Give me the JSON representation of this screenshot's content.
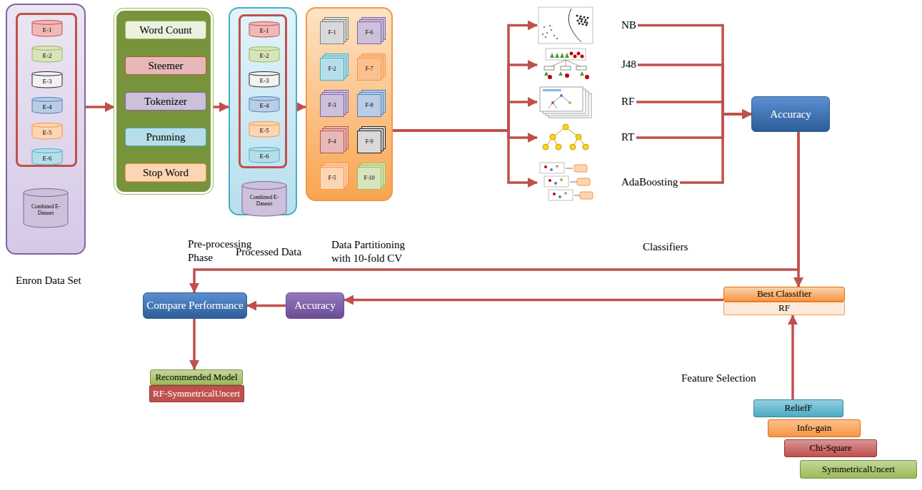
{
  "diagram": {
    "nodes": [
      {
        "text": [
          "Enron Data Set"
        ]
      },
      {
        "text": [
          "E-1"
        ],
        "in": 0
      },
      {
        "text": [
          "E-2"
        ],
        "in": 0
      },
      {
        "text": [
          "E-3"
        ],
        "in": 0
      },
      {
        "text": [
          "E-4"
        ],
        "in": 0
      },
      {
        "text": [
          "E-5"
        ],
        "in": 0
      },
      {
        "text": [
          "E-6"
        ],
        "in": 0
      },
      {
        "text": [
          "Combined E-Dataset"
        ],
        "in": 0
      },
      {
        "text": [
          "Pre-processing Phase"
        ]
      },
      {
        "text": [
          "Word Count"
        ],
        "in": 8
      },
      {
        "text": [
          "Steemer"
        ],
        "in": 8
      },
      {
        "text": [
          "Tokenizer"
        ],
        "in": 8
      },
      {
        "text": [
          "Prunning"
        ],
        "in": 8
      },
      {
        "text": [
          "Stop Word"
        ],
        "in": 8
      },
      {
        "text": [
          "Processed Data"
        ]
      },
      {
        "text": [
          "E-1"
        ],
        "in": 14
      },
      {
        "text": [
          "E-2"
        ],
        "in": 14
      },
      {
        "text": [
          "E-3"
        ],
        "in": 14
      },
      {
        "text": [
          "E-4"
        ],
        "in": 14
      },
      {
        "text": [
          "E-5"
        ],
        "in": 14
      },
      {
        "text": [
          "E-6"
        ],
        "in": 14
      },
      {
        "text": [
          "Combined E-Dataset"
        ],
        "in": 14
      },
      {
        "text": [
          "Data Partitioning with 10-fold CV"
        ]
      },
      {
        "text": [
          "F-1"
        ],
        "in": 22
      },
      {
        "text": [
          "F-6"
        ],
        "in": 22
      },
      {
        "text": [
          "F-2"
        ],
        "in": 22
      },
      {
        "text": [
          "F-7"
        ],
        "in": 22
      },
      {
        "text": [
          "F-3"
        ],
        "in": 22
      },
      {
        "text": [
          "F-8"
        ],
        "in": 22
      },
      {
        "text": [
          "F-4"
        ],
        "in": 22
      },
      {
        "text": [
          "F-9"
        ],
        "in": 22
      },
      {
        "text": [
          "F-5"
        ],
        "in": 22
      },
      {
        "text": [
          "F-10"
        ],
        "in": 22
      },
      {
        "text": [
          "NB"
        ]
      },
      {
        "text": [
          "J48"
        ]
      },
      {
        "text": [
          "RF"
        ]
      },
      {
        "text": [
          "RT"
        ]
      },
      {
        "text": [
          "AdaBoosting"
        ]
      },
      {
        "text": [
          "Accuracy"
        ]
      },
      {
        "text": [
          "Compare Performance"
        ]
      },
      {
        "text": [
          "Accuracy"
        ]
      },
      {
        "text": [
          "Best Classifier"
        ]
      },
      {
        "text": [
          "RF"
        ]
      },
      {
        "text": [
          "Recommended Model"
        ]
      },
      {
        "text": [
          "RF-SymmetricalUncert"
        ]
      },
      {
        "text": [
          "ReliefF"
        ]
      },
      {
        "text": [
          "Info-gain"
        ]
      },
      {
        "text": [
          "Chi-Square"
        ]
      },
      {
        "text": [
          "SymmetricalUncert"
        ]
      }
    ],
    "edges": [
      {
        "from": 0,
        "to": 8,
        "arrow": "to"
      },
      {
        "from": 8,
        "to": 14,
        "arrow": "to"
      },
      {
        "from": 14,
        "to": 22,
        "arrow": "to"
      },
      {
        "from": 22,
        "to": 33,
        "arrow": "to"
      },
      {
        "from": 22,
        "to": 34,
        "arrow": "to"
      },
      {
        "from": 22,
        "to": 35,
        "arrow": "to"
      },
      {
        "from": 22,
        "to": 36,
        "arrow": "to"
      },
      {
        "from": 22,
        "to": 37,
        "arrow": "to"
      },
      {
        "from": 33,
        "to": 38,
        "arrow": "to"
      },
      {
        "from": 34,
        "to": 38,
        "arrow": "to"
      },
      {
        "from": 35,
        "to": 38,
        "arrow": "to"
      },
      {
        "from": 36,
        "to": 38,
        "arrow": "to"
      },
      {
        "from": 37,
        "to": 38,
        "arrow": "to"
      },
      {
        "from": 38,
        "to": 39,
        "arrow": "to"
      },
      {
        "from": 38,
        "to": 41,
        "arrow": "to"
      },
      {
        "from": 41,
        "to": 40,
        "arrow": "to"
      },
      {
        "from": 40,
        "to": 39,
        "arrow": "to"
      },
      {
        "from": 39,
        "to": 43,
        "arrow": "to"
      },
      {
        "from": 45,
        "to": 42,
        "arrow": "to"
      }
    ],
    "labels": [
      "Classifiers",
      "Feature Selection"
    ]
  }
}
